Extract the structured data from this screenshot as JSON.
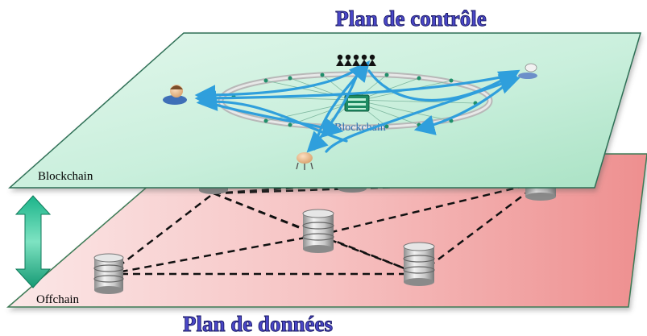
{
  "titles": {
    "control_plane": "Plan de contrôle",
    "data_plane": "Plan de données"
  },
  "labels": {
    "top_plane": "Blockchain",
    "bottom_plane": "Offchain",
    "center": "Blockchain"
  },
  "colors": {
    "title": "#4a47c8",
    "title_outline": "#1b1a66",
    "control_plane_fill": "#c9efdc",
    "control_plane_edge": "#2f6f56",
    "data_plane_fill": "#f6b2b2",
    "data_plane_edge": "#3e7a55",
    "flow_arrows": "#2f9fdc",
    "dashed_links": "#111111",
    "sync_arrow": "#1aa07a"
  },
  "icons": {
    "top_plane": [
      "group-people-icon",
      "user-icon",
      "user-icon",
      "user-icon",
      "blockchain-ledger-icon"
    ],
    "bottom_plane": [
      "database-icon",
      "database-icon",
      "database-icon",
      "database-icon",
      "database-icon",
      "database-icon"
    ],
    "between_planes": "double-arrow-icon"
  }
}
